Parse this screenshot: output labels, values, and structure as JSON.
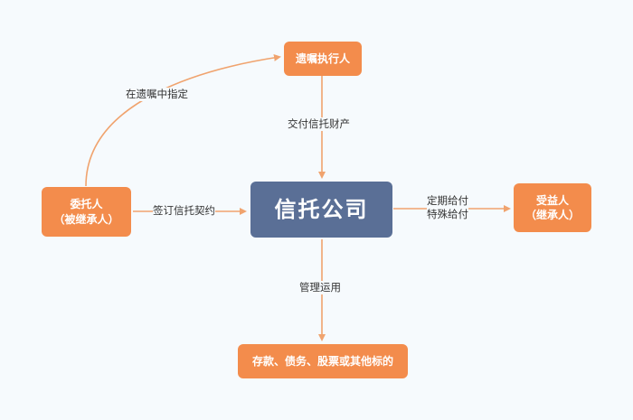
{
  "nodes": {
    "executor": "遗嘱执行人",
    "settlor_line1": "委托人",
    "settlor_line2": "（被继承人）",
    "trust_company": "信托公司",
    "beneficiary_line1": "受益人",
    "beneficiary_line2": "（继承人）",
    "assets": "存款、债务、股票或其他标的"
  },
  "edges": {
    "settlor_to_executor": "在遗嘱中指定",
    "executor_to_trust": "交付信托财产",
    "settlor_to_trust": "签订信托契约",
    "trust_to_beneficiary_line1": "定期给付",
    "trust_to_beneficiary_line2": "特殊给付",
    "trust_to_assets": "管理运用"
  },
  "colors": {
    "node_orange": "#f38c4c",
    "node_blue": "#5a6f96",
    "arrow": "#f0a36e",
    "background": "#f6fafd"
  }
}
